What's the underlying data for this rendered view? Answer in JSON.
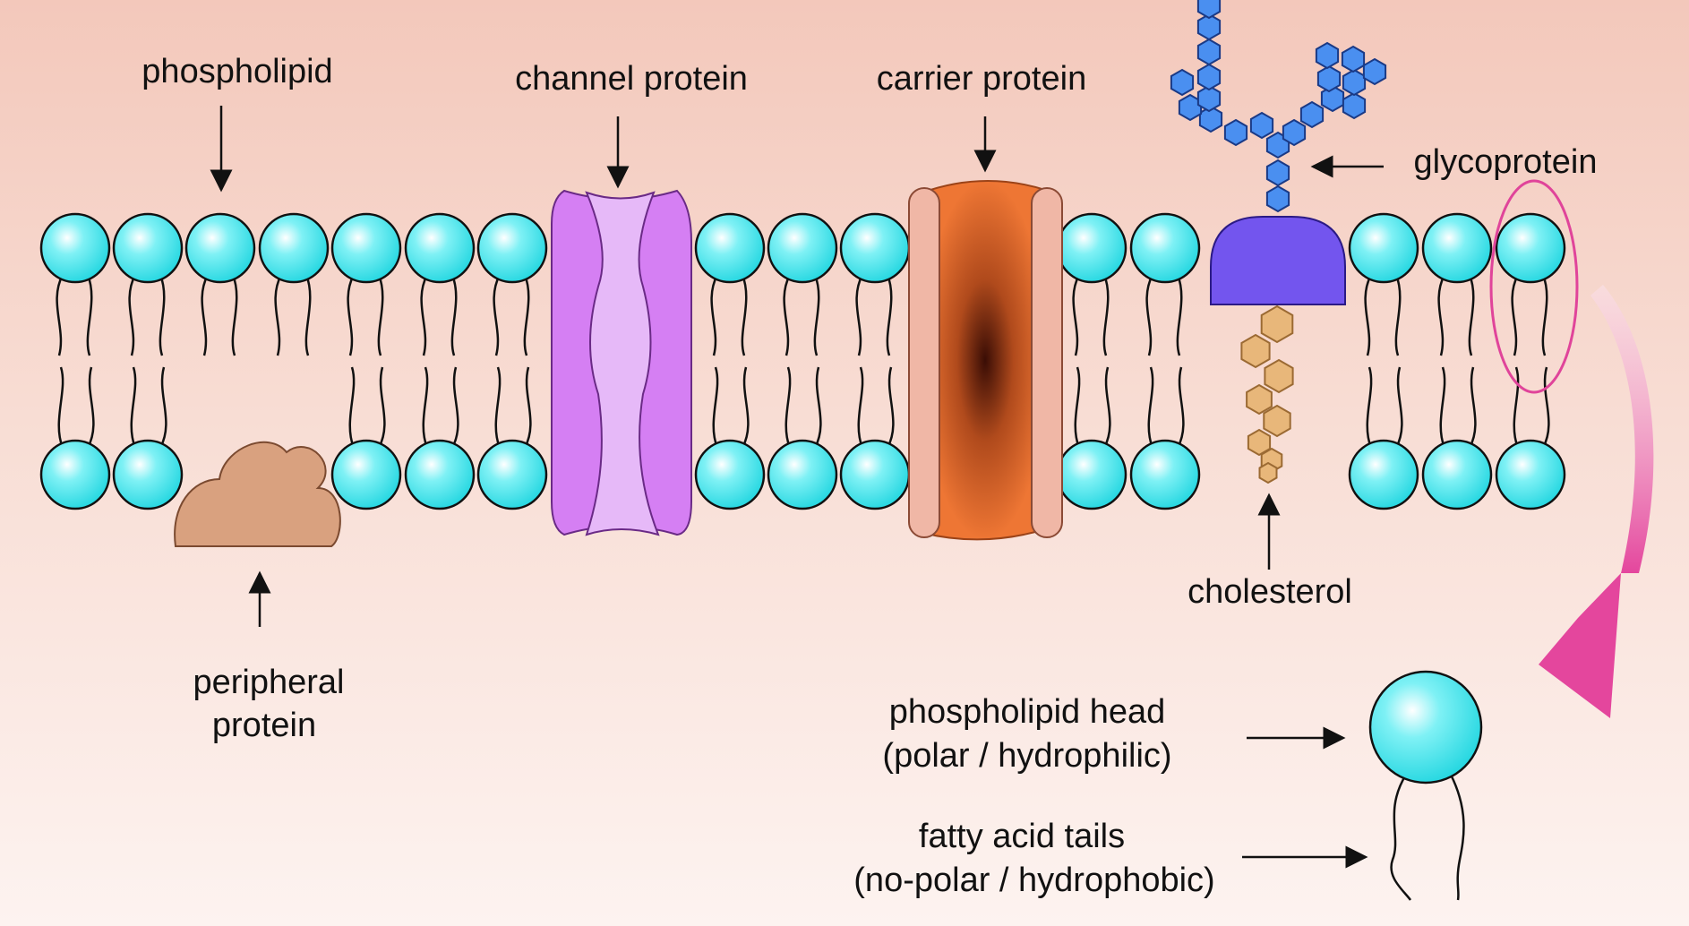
{
  "labels": {
    "phospholipid": "phospholipid",
    "channel_protein": "channel protein",
    "carrier_protein": "carrier protein",
    "glycoprotein": "glycoprotein",
    "cholesterol": "cholesterol",
    "peripheral_line1": "peripheral",
    "peripheral_line2": "protein",
    "head_line1": "phospholipid head",
    "head_line2": "(polar / hydrophilic)",
    "tails_line1": "fatty acid tails",
    "tails_line2": "(no-polar / hydrophobic)"
  },
  "colors": {
    "head": "#34e0e8",
    "channel_outer": "#d57ff3",
    "channel_inner": "#e6b9f8",
    "carrier": "#ee7634",
    "carrier_side": "#f0b7a6",
    "glyco_base": "#7355ee",
    "sugar": "#4a8ff0",
    "cholesterol": "#e8b77a",
    "peripheral": "#d9a17f",
    "highlight": "#e0449a"
  }
}
